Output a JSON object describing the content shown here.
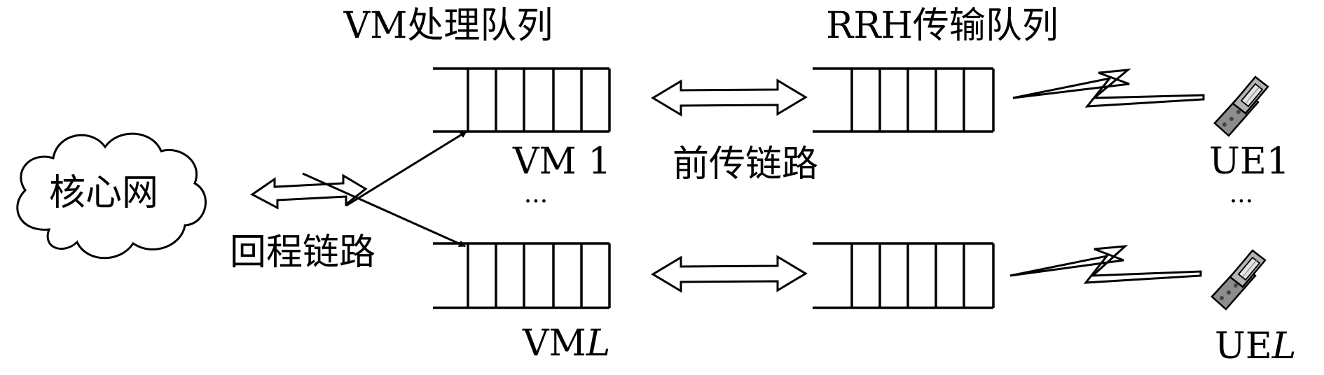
{
  "labels": {
    "vm_queue_title": "VM处理队列",
    "rrh_queue_title": "RRH传输队列",
    "core_network": "核心网",
    "backhaul_link": "回程链路",
    "fronthaul_link": "前传链路",
    "vm1": "VM 1",
    "vmL_prefix": "VM",
    "vmL_index": "L",
    "ue1": "UE1",
    "ueL_prefix": "UE",
    "ueL_index": "L",
    "ellipsis_vm": "···",
    "ellipsis_ue": "···"
  },
  "icons": {
    "core": "cloud-icon",
    "terminal": "mobile-phone-icon"
  },
  "colors": {
    "stroke": "#000000",
    "background": "#ffffff",
    "phone_body": "#9a9a9a",
    "phone_screen": "#dcdcdc"
  }
}
